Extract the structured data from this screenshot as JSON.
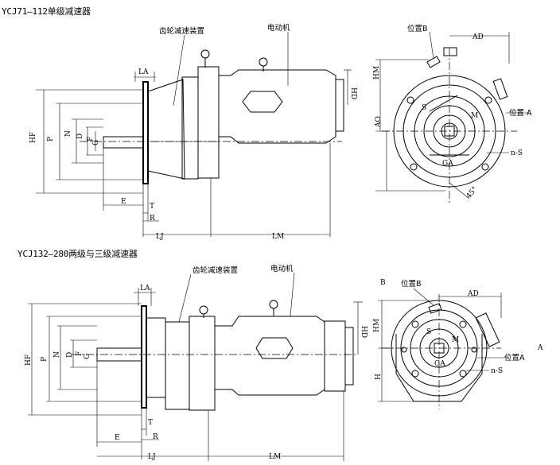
{
  "top": {
    "title": "YCJ71—112单级减速器",
    "gear_label": "齿轮减速装置",
    "motor_label": "电动机",
    "dims": {
      "LA": "LA",
      "HF": "HF",
      "P": "P",
      "N": "N",
      "D": "D",
      "F": "F",
      "G": "G",
      "E": "E",
      "T": "T",
      "R": "R",
      "LJ": "LJ",
      "LM": "LM",
      "HD": "HD",
      "AD": "AD",
      "HM": "HM",
      "AO": "AO",
      "S": "S",
      "M": "M",
      "GA": "GA",
      "nS": "n-S"
    },
    "pos_b": "位置B",
    "pos_a": "位置 A",
    "angle": "45°"
  },
  "bottom": {
    "title": "YCJ132—280两级与三级减速器",
    "gear_label": "齿轮减速装置",
    "motor_label": "电动机",
    "dims": {
      "LA": "LA",
      "HF": "HF",
      "P": "P",
      "N": "N",
      "D": "D",
      "F": "F",
      "G": "G",
      "E": "E",
      "T": "T",
      "R": "R",
      "LJ": "LJ",
      "LM": "LM",
      "HD": "HD",
      "AD": "AD",
      "HM": "HM",
      "H": "H",
      "S": "S",
      "M": "M",
      "GA": "GA",
      "nS": "n-S"
    },
    "pos_b": "位置B",
    "pos_a": "位置A",
    "letter_b": "B",
    "letter_a": "A"
  }
}
